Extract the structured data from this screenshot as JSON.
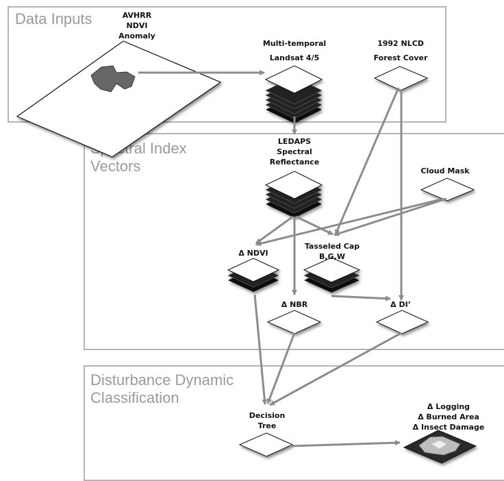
{
  "panels": {
    "data_inputs": "Data Inputs",
    "spectral_index": "Spectral Index\nVectors",
    "disturbance": "Disturbance Dynamic\nClassification"
  },
  "nodes": {
    "avhrr": "AVHRR\nNDVI\nAnomaly",
    "landsat_line1": "Multi-temporal",
    "landsat_line2": "Landsat 4/5",
    "nlcd_line1": "1992 NLCD",
    "nlcd_line2": "Forest Cover",
    "ledaps": "LEDAPS\nSpectral\nReflectance",
    "cloud_mask": "Cloud Mask",
    "ndvi": "Δ NDVI",
    "tasseled": "Tasseled Cap\nB,G,W",
    "nbr": "Δ NBR",
    "di": "Δ DI’",
    "decision_tree": "Decision\nTree",
    "outputs": "Δ Logging\nΔ Burned Area\nΔ Insect Damage"
  },
  "colors": {
    "panel_border": "#b4b4b4",
    "panel_title": "#9a9a9a",
    "arrow": "#8c8c8c",
    "layer_dark": "#1a1a1a"
  }
}
